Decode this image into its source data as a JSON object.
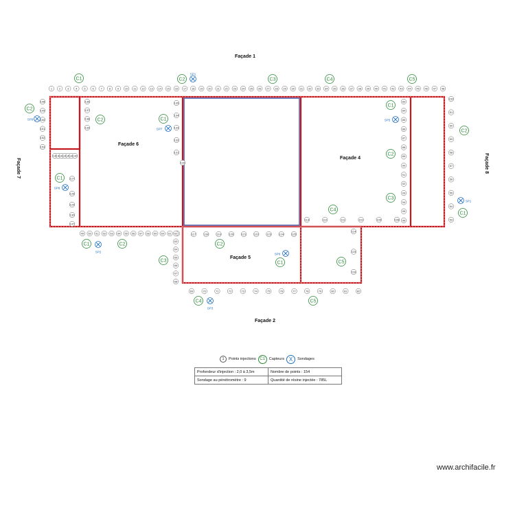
{
  "facades": {
    "f1": "Façade 1",
    "f2": "Façade 2",
    "f4": "Façade 4",
    "f5": "Façade 5",
    "f6": "Façade 6",
    "f7": "Façade 7",
    "f8": "Façade 8"
  },
  "points": {
    "top": [
      "1",
      "2",
      "3",
      "4",
      "5",
      "6",
      "7",
      "8",
      "9",
      "10",
      "11",
      "12",
      "13",
      "14",
      "15",
      "16",
      "17",
      "18",
      "19",
      "20",
      "21",
      "22",
      "23",
      "24",
      "25",
      "26",
      "27",
      "28",
      "29",
      "30",
      "31",
      "32",
      "33",
      "34",
      "35",
      "36",
      "37",
      "38",
      "39",
      "40",
      "41",
      "42",
      "43",
      "44",
      "45",
      "46",
      "47",
      "48"
    ],
    "right": [
      "152",
      "51",
      "50",
      "59",
      "58",
      "57",
      "56",
      "55",
      "54",
      "53"
    ],
    "left_edge": [
      "148",
      "149",
      "150",
      "151",
      "152",
      "153"
    ],
    "bottom_left": [
      "49",
      "50",
      "51",
      "52",
      "53",
      "54",
      "55",
      "56",
      "57",
      "58",
      "59",
      "60",
      "61",
      "62"
    ],
    "mid_vertical": [
      "62",
      "63",
      "64",
      "65",
      "66",
      "67",
      "68"
    ],
    "bottom_south": [
      "69",
      "70",
      "71",
      "72",
      "73",
      "74",
      "75",
      "76",
      "77",
      "78",
      "79",
      "80",
      "81",
      "82"
    ],
    "f6_left_inner": [
      "136",
      "137",
      "138",
      "139"
    ],
    "f6_right_inner": [
      "135",
      "134",
      "133",
      "132",
      "131"
    ],
    "f6_bottom_inner": [
      "146",
      "145",
      "144",
      "143",
      "142",
      "141",
      "140"
    ],
    "f4_right_inner": [
      "83",
      "84",
      "85",
      "86",
      "87",
      "88",
      "89",
      "90",
      "91",
      "92",
      "93",
      "94",
      "95",
      "96"
    ],
    "f4_bottom_inner": [
      "113",
      "112",
      "111",
      "110",
      "109",
      "108"
    ],
    "f5_inner": [
      "117",
      "118",
      "119",
      "120",
      "121",
      "122",
      "123",
      "124",
      "125"
    ],
    "f5_right_inner": [
      "114",
      "115",
      "116"
    ],
    "misc": [
      "126",
      "127",
      "128",
      "129",
      "130",
      "147"
    ]
  },
  "sensors": [
    "C1",
    "C2",
    "C3",
    "C4",
    "C5"
  ],
  "soundings": [
    "SP1",
    "SP2",
    "SP3",
    "SP4",
    "SP5",
    "SP6",
    "SP7",
    "SP8",
    "SP9"
  ],
  "legend": {
    "points": "Points injections",
    "points_num": "1",
    "sensors": "Capteurs",
    "sensors_sym": "C1",
    "soundings": "Sondages",
    "soundings_sym": "X"
  },
  "info": {
    "depth": "Profondeur d'injection : 2,0 à 3,5m",
    "count": "Nombre de points : 154",
    "sondage": "Sondage au pénétromètre : 9",
    "resin": "Quantité de résine injectée : 785L"
  },
  "credit": "www.archifacile.fr",
  "colors": {
    "wall": "#c4161c",
    "inner_wall": "#4a5aa8",
    "sensor": "#2e8b3a",
    "sounding": "#1f6fc0"
  }
}
